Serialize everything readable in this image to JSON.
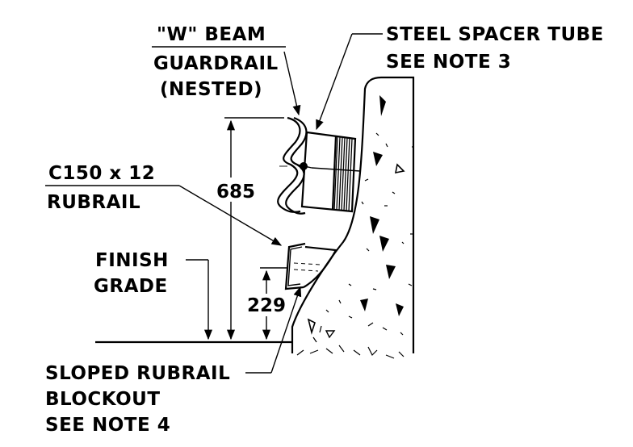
{
  "labels": {
    "w_beam": [
      "\"W\" BEAM",
      "GUARDRAIL",
      "(NESTED)"
    ],
    "spacer": [
      "STEEL SPACER TUBE",
      "SEE NOTE 3"
    ],
    "rubrail": [
      "C150 x 12",
      "RUBRAIL"
    ],
    "finish": [
      "FINISH",
      "GRADE"
    ],
    "blockout": [
      "SLOPED RUBRAIL",
      "BLOCKOUT",
      "SEE NOTE 4"
    ]
  },
  "dimensions": {
    "rail_height": "685",
    "rubrail_height": "229"
  }
}
